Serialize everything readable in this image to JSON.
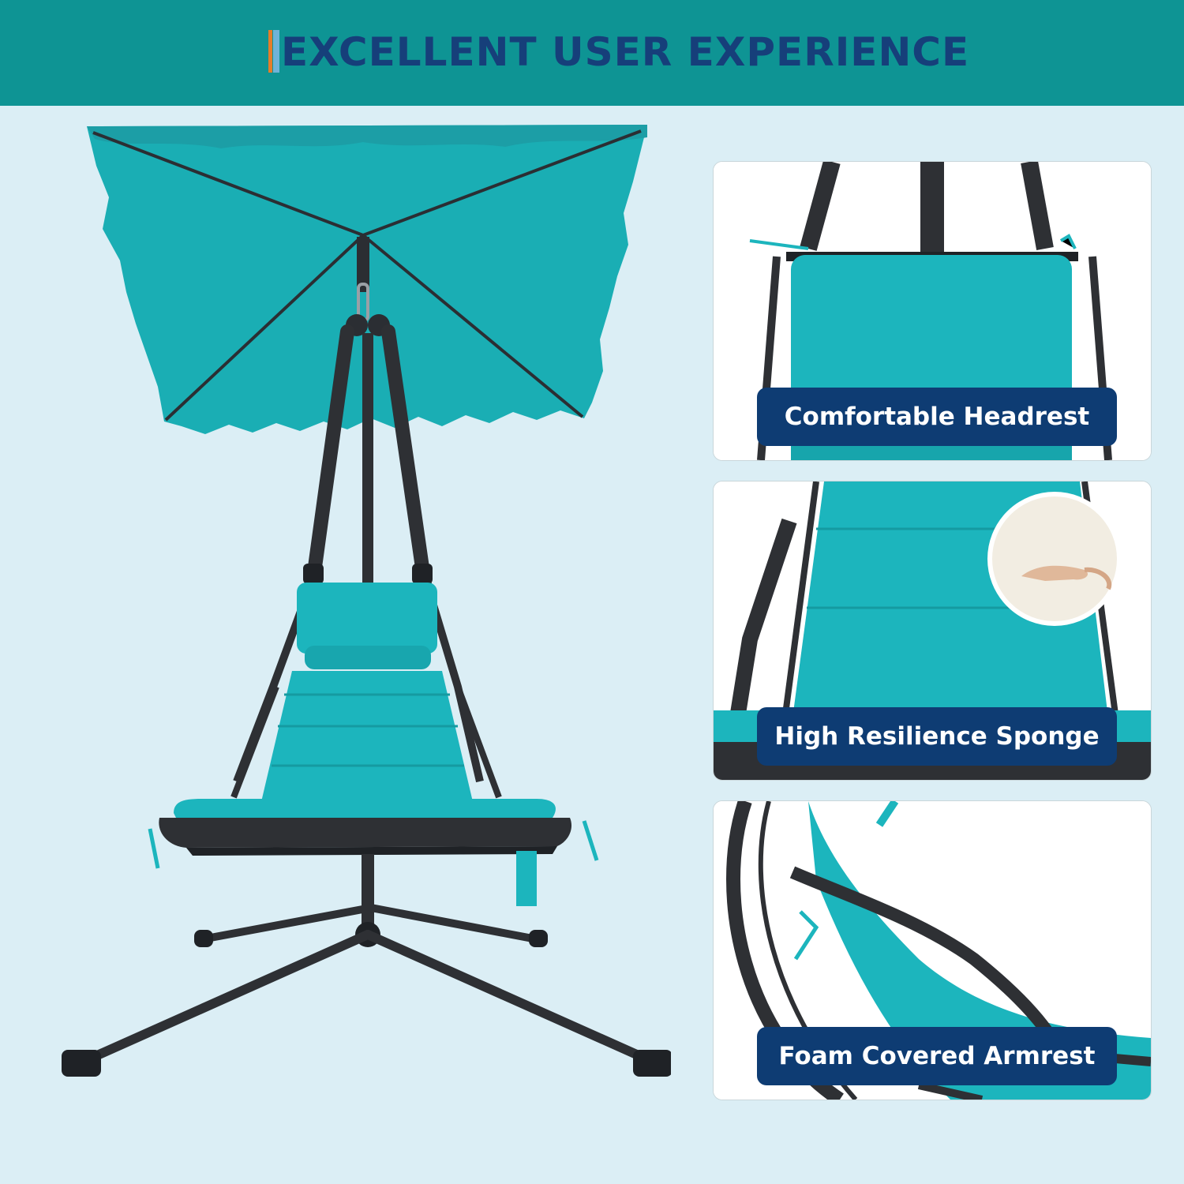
{
  "banner": {
    "title": "EXCELLENT USER EXPERIENCE",
    "background_color": "#0e9494",
    "title_color": "#163f7a"
  },
  "hero": {
    "image": "hanging-swing-chair-with-canopy-icon",
    "cushion_color": "#1cb5bd",
    "frame_color": "#2e3034"
  },
  "features": [
    {
      "label": "Comfortable Headrest",
      "image": "headrest-closeup-icon"
    },
    {
      "label": "High Resilience Sponge",
      "image": "sponge-cushion-closeup-icon"
    },
    {
      "label": "Foam Covered Armrest",
      "image": "armrest-closeup-icon"
    }
  ],
  "colors": {
    "page_background": "#dbeef5",
    "label_background": "#0e3c73",
    "label_text": "#ffffff"
  }
}
